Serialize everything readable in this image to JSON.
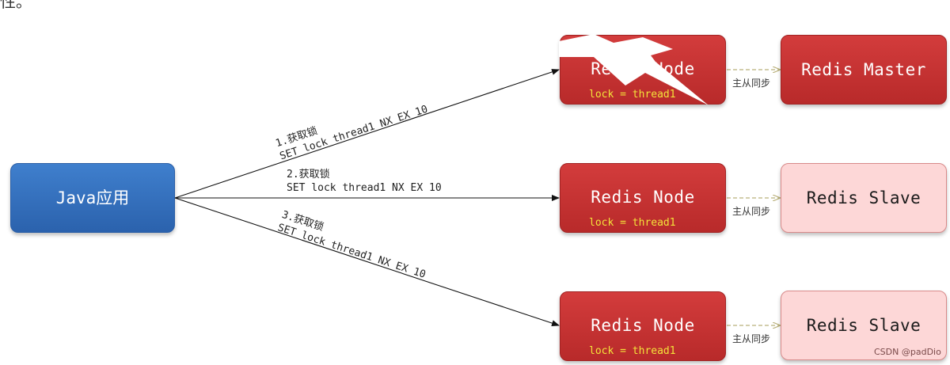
{
  "top_fragment": "性。",
  "app": {
    "label": "Java应用"
  },
  "nodes": [
    {
      "title": "Redis Node",
      "lock": "lock = thread1"
    },
    {
      "title": "Redis Node",
      "lock": "lock = thread1"
    },
    {
      "title": "Redis Node",
      "lock": "lock = thread1"
    }
  ],
  "replicas": [
    {
      "title": "Redis Master",
      "role": "master"
    },
    {
      "title": "Redis Slave",
      "role": "slave"
    },
    {
      "title": "Redis Slave",
      "role": "slave"
    }
  ],
  "sync_label": "主从同步",
  "requests": [
    {
      "step": "1.获取锁",
      "command": "SET lock thread1 NX EX 10"
    },
    {
      "step": "2.获取锁",
      "command": "SET lock thread1 NX EX 10"
    },
    {
      "step": "3.获取锁",
      "command": "SET lock thread1 NX EX 10"
    }
  ],
  "watermark": "CSDN @padDio",
  "colors": {
    "app_blue": "#2b62ad",
    "node_red": "#c03232",
    "slave_pink": "#fdd7d7",
    "lock_yellow": "#f3e33a",
    "sync_arrow": "#c8c08a"
  },
  "icons": {
    "failure": "lightning-bolt-icon"
  }
}
